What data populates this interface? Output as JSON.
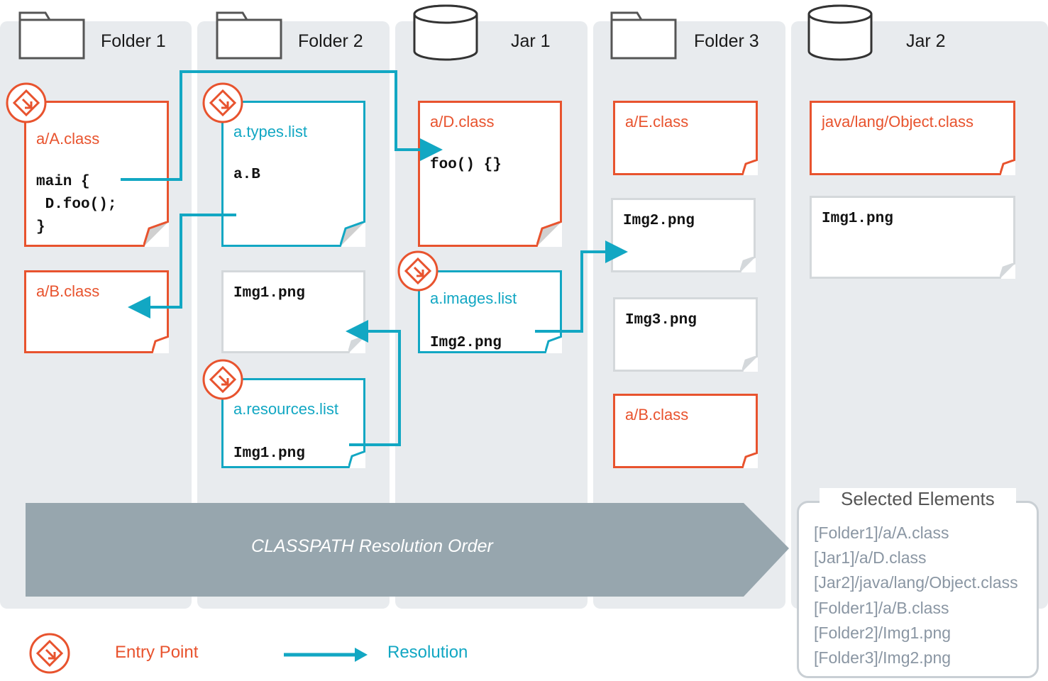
{
  "columns": [
    {
      "label": "Folder 1",
      "icon": "folder-icon"
    },
    {
      "label": "Folder 2",
      "icon": "folder-icon"
    },
    {
      "label": "Jar 1",
      "icon": "jar-icon"
    },
    {
      "label": "Folder 3",
      "icon": "folder-icon"
    },
    {
      "label": "Jar 2",
      "icon": "jar-icon"
    }
  ],
  "files": {
    "f1_a_class": {
      "name": "a/A.class",
      "code": "main {\n D.foo();\n}"
    },
    "f1_b_class": {
      "name": "a/B.class"
    },
    "f2_types_list": {
      "name": "a.types.list",
      "code": "a.B"
    },
    "f2_img1": {
      "code": "Img1.png"
    },
    "f2_resources_list": {
      "name": "a.resources.list",
      "code": "Img1.png"
    },
    "j1_d_class": {
      "name": "a/D.class",
      "code": "foo() {}"
    },
    "j1_images_list": {
      "name": "a.images.list",
      "code": "Img2.png"
    },
    "f3_e_class": {
      "name": "a/E.class"
    },
    "f3_img2": {
      "code": "Img2.png"
    },
    "f3_img3": {
      "code": "Img3.png"
    },
    "f3_b_class": {
      "name": "a/B.class"
    },
    "j2_object_class": {
      "name": "java/lang/Object.class"
    },
    "j2_img1": {
      "code": "Img1.png"
    }
  },
  "banner": {
    "label": "CLASSPATH Resolution Order"
  },
  "selected": {
    "title": "Selected Elements",
    "items": [
      "[Folder1]/a/A.class",
      "[Jar1]/a/D.class",
      "[Jar2]/java/lang/Object.class",
      "[Folder1]/a/B.class",
      "[Folder2]/Img1.png",
      "[Folder3]/Img2.png"
    ]
  },
  "legend": {
    "entry_point": "Entry Point",
    "resolution": "Resolution"
  },
  "colors": {
    "class": "#e8532e",
    "list": "#12a7c3",
    "resource_border": "#d4d8db",
    "column_bg": "#e8ebee",
    "banner": "#97a6ae",
    "arrow": "#12a7c3"
  }
}
